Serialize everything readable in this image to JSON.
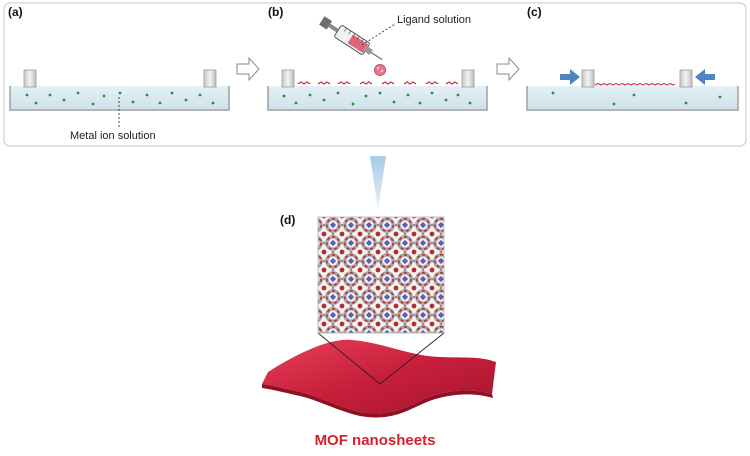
{
  "panels": {
    "a": {
      "label": "(a)",
      "note": "Metal ion solution"
    },
    "b": {
      "label": "(b)",
      "note": "Ligand solution"
    },
    "c": {
      "label": "(c)"
    },
    "d": {
      "label": "(d)"
    }
  },
  "title": "MOF nanosheets",
  "colors": {
    "water": "#d6e8f1",
    "ion": "#2e8b3a",
    "sheet": "#d0263f",
    "arrow_blue": "#4f83c2",
    "lattice_red": "#b33030",
    "lattice_blue": "#5a5fb8"
  }
}
